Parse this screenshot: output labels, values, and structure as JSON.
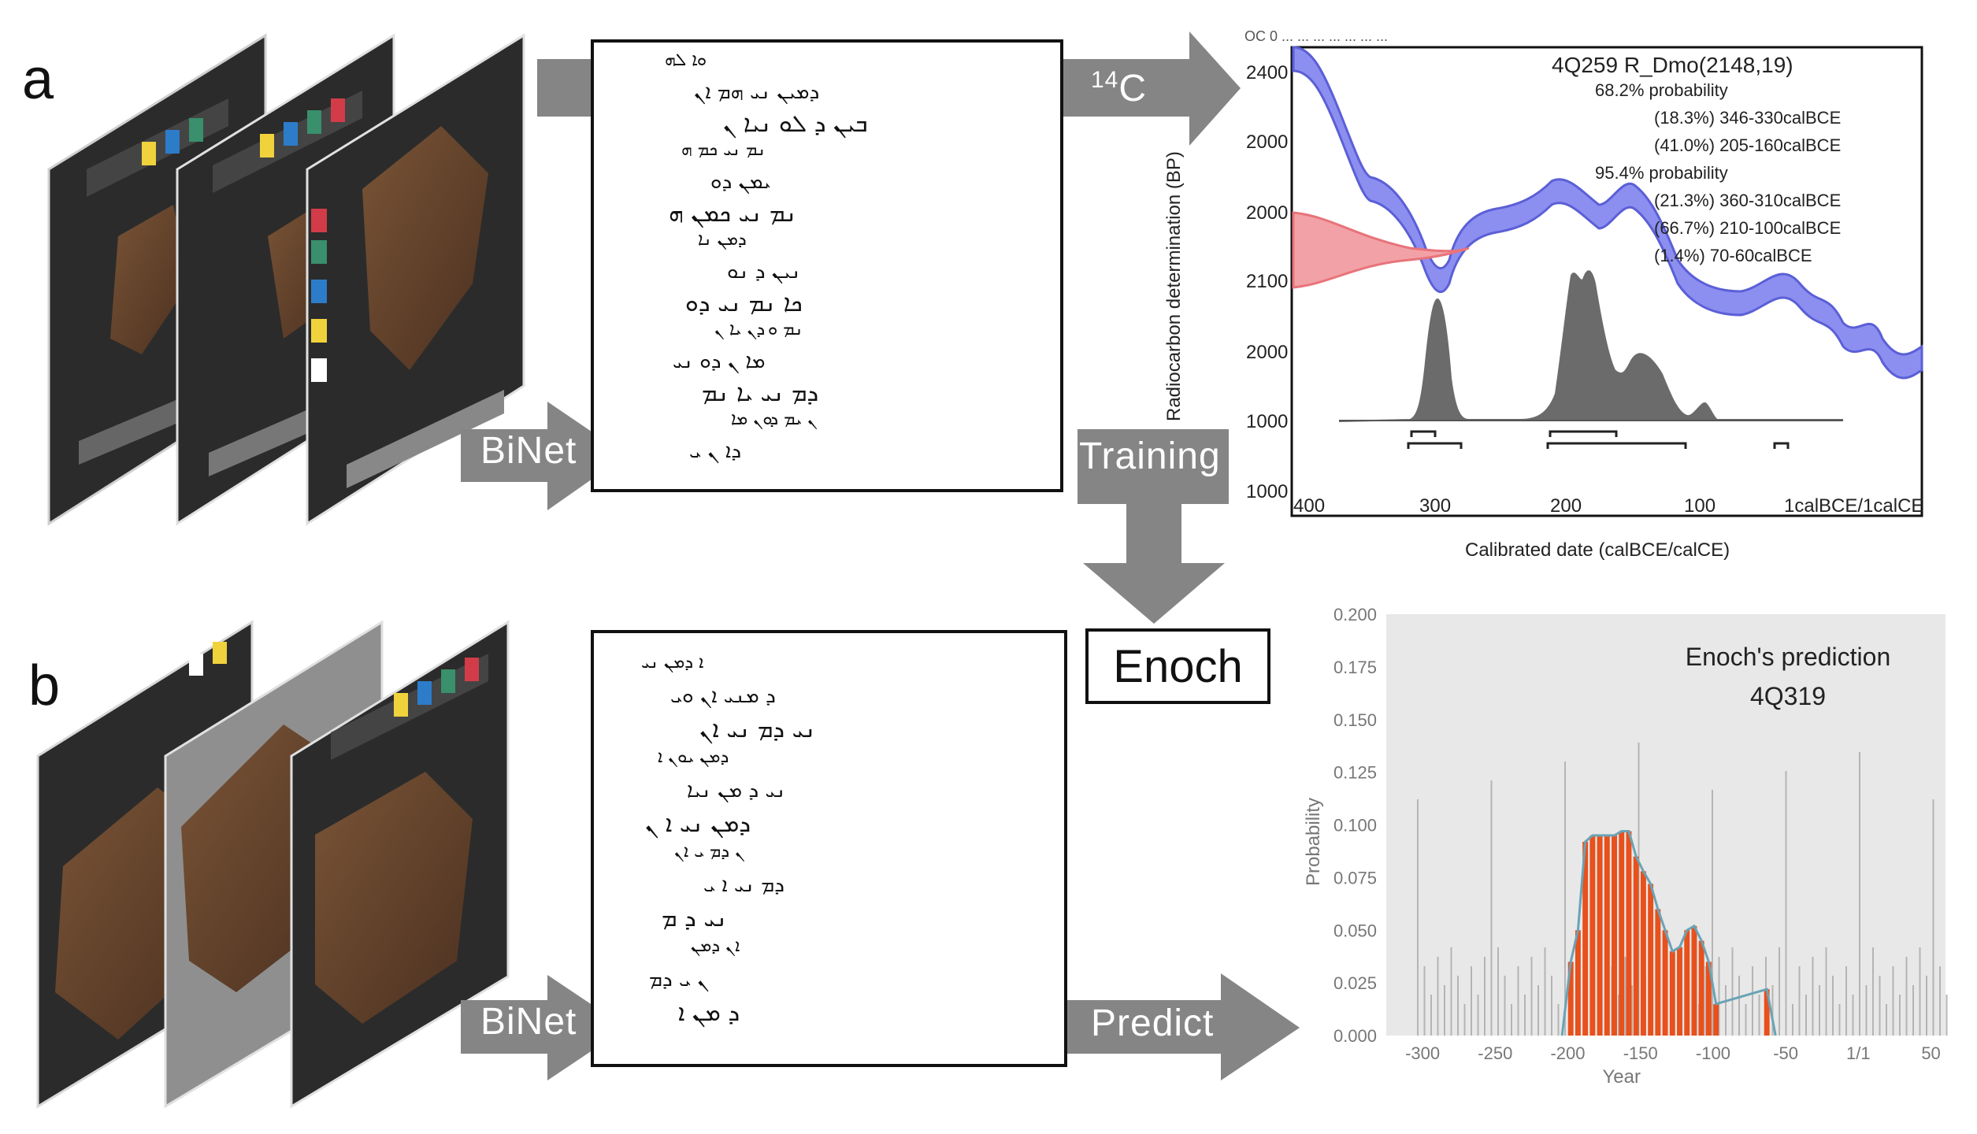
{
  "panels": {
    "a": {
      "letter": "a"
    },
    "b": {
      "letter": "b"
    }
  },
  "arrows": {
    "c14": {
      "label_pre": "14",
      "label_post": "C"
    },
    "binet_a": {
      "label": "BiNet"
    },
    "training": {
      "label": "Training"
    },
    "binet_b": {
      "label": "BiNet"
    },
    "predict": {
      "label": "Predict"
    }
  },
  "enoch_box": {
    "label": "Enoch"
  },
  "doc_a_lines": [
    "ܘܐ ܠܗ",
    "ܕܡܝܢ ܢܝ ܗܡ ܐܢ",
    "ܒܝܢ ܕ ܠܘ ܢܝܐ ܢ",
    "ܢܡ ܢܝ ܟܡ ܗ",
    "ܝܡܢ ܕܘ",
    "ܢܡ ܢܝ ܟܡܢ ܗ",
    "ܕܡܢ ܢܐ",
    "ܢܝܢ ܕ ܢܘ",
    "ܟܐ ܢܡ ܢܝ ܕܘ",
    "ܢܡ ܘ ܕܢ ܝܐ ܢ",
    "ܡܐ ܢ ܕܘ ܢܝ",
    "ܕܡ ܢܝ ܝܐ ܢܡ",
    "ܢ ܝܡ ܕܘܢ ܡܐ",
    "ܕܐ ܢ ܝ"
  ],
  "doc_b_lines": [
    "ܐ ܕܡܢ ܢܝ",
    "ܕ ܡܢܝ ܐܢ ܘܝ",
    "ܢܝ ܕܡ ܢܝ ܐܢ",
    "ܕܡܢ ܝܘܢ ܐ",
    "ܢܝ ܕ ܡܢ ܢܝܐ",
    "ܕܡܢ ܢܝ ܐ ܢ",
    "ܢ ܕܡ ܝ ܐܢ",
    "ܕܡ ܢܝ ܐ ܝ",
    "ܢܝ ܕ ܡ",
    "ܐܢ ܕܡܢ",
    "ܢ ܝ ܕܡ",
    "ܕ ܡܢ ܐ"
  ],
  "top_chart": {
    "header_partial": "OC 0 ... ... ... ... ... ... ...",
    "sample_title": "4Q259 R_Dmo(2148,19)",
    "ylabel": "Radiocarbon determination (BP)",
    "xlabel": "Calibrated date (calBCE/calCE)",
    "yticks": [
      "2400",
      "2000",
      "2000",
      "2100",
      "2000",
      "1000",
      "1000"
    ],
    "xticks": [
      "400",
      "300",
      "200",
      "100",
      "1calBCE/1calCE"
    ],
    "legend_lines": [
      "68.2% probability",
      "(18.3%) 346-330calBCE",
      "(41.0%) 205-160calBCE",
      "95.4% probability",
      "(21.3%) 360-310calBCE",
      "(66.7%) 210-100calBCE",
      "(1.4%) 70-60calBCE"
    ],
    "colors": {
      "curve": "#5b5fd6",
      "curve_fill": "#8c8ff0",
      "bp_gauss": "#e8737a",
      "posterior": "#6b6b6b"
    }
  },
  "chart_data": {
    "type": "bar",
    "title": "Enoch's prediction",
    "subtitle": "4Q319",
    "xlabel": "Year",
    "ylabel": "Probability",
    "yticks": [
      "0.000",
      "0.025",
      "0.050",
      "0.075",
      "0.100",
      "0.125",
      "0.150",
      "0.175",
      "0.200"
    ],
    "xticks": [
      "-300",
      "-250",
      "-200",
      "-150",
      "-100",
      "-50",
      "1/1",
      "50"
    ],
    "xlim": [
      -325,
      60
    ],
    "ylim": [
      0,
      0.2
    ],
    "x": [
      -198,
      -193,
      -188,
      -183,
      -178,
      -173,
      -168,
      -163,
      -158,
      -153,
      -148,
      -143,
      -138,
      -133,
      -128,
      -123,
      -118,
      -113,
      -108,
      -103,
      -98,
      -63
    ],
    "values": [
      0.035,
      0.05,
      0.092,
      0.095,
      0.095,
      0.095,
      0.095,
      0.097,
      0.097,
      0.085,
      0.078,
      0.072,
      0.06,
      0.05,
      0.04,
      0.042,
      0.05,
      0.052,
      0.045,
      0.035,
      0.015,
      0.022
    ],
    "colors": {
      "bar": "#e8501c",
      "curve": "#6aa3b5",
      "background": "#e8e8e8",
      "grid_line": "#b4b4b4"
    }
  }
}
